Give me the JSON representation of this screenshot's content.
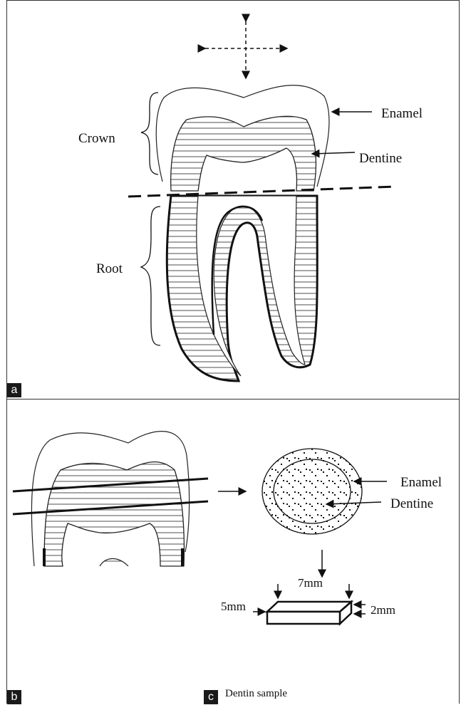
{
  "panels": {
    "a": "a",
    "b": "b",
    "c": "c"
  },
  "labels": {
    "crown": "Crown",
    "root": "Root",
    "enamel": "Enamel",
    "dentine": "Dentine",
    "enamel_c": "Enamel",
    "dentine_c": "Dentine"
  },
  "dimensions": {
    "top": "7mm",
    "left": "5mm",
    "right": "2mm"
  },
  "caption": "Dentin sample"
}
